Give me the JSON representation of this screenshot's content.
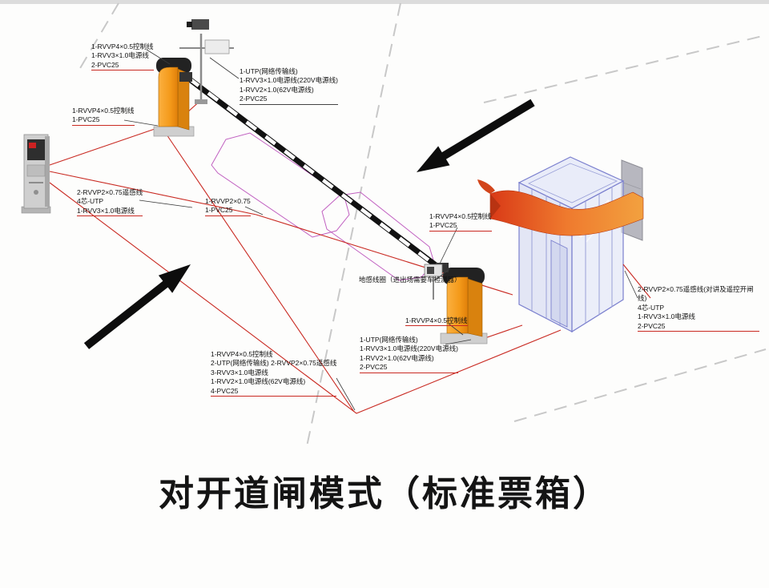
{
  "title": "对开道闸模式（标准票箱）",
  "colors": {
    "barrier_orange": "#f49a1a",
    "cable_red": "#c92a22",
    "island_purple": "#c05fc0",
    "booth_blue": "#7a7fce",
    "ribbon_red": "#e8431e",
    "arrow_black": "#0d0d0d"
  },
  "cable_labels": [
    {
      "id": "barrier1-top-cables",
      "lines": [
        "1-RVVP4×0.5控制线",
        "1-RVV3×1.0电源线",
        "2-PVC25"
      ]
    },
    {
      "id": "card-reader-cables",
      "lines": [
        "1-RVVP4×0.5控制线",
        "1-PVC25"
      ]
    },
    {
      "id": "camera-cables",
      "lines": [
        "1-UTP(网络传输线)",
        "1-RVV3×1.0电源线(220V电源线)",
        "1-RVV2×1.0(62V电源线)",
        "2-PVC25"
      ]
    },
    {
      "id": "left-middle-cables",
      "lines": [
        "2-RVVP2×0.75遥感线",
        "4芯-UTP",
        "1-RVV3×1.0电源线"
      ]
    },
    {
      "id": "center-cables",
      "lines": [
        "1-RVVP2×0.75",
        "1-PVC25"
      ]
    },
    {
      "id": "barrier2-top-cables",
      "lines": [
        "1-RVVP4×0.5控制线",
        "1-PVC25"
      ]
    },
    {
      "id": "ground-loop-note",
      "lines": [
        "地感线圈（进出场需要车检测器）"
      ]
    },
    {
      "id": "barrier2-control-cable",
      "lines": [
        "1-RVVP4×0.5控制线"
      ]
    },
    {
      "id": "barrier2-bottom-cables",
      "lines": [
        "1-UTP(网络传输线)",
        "1-RVV3×1.0电源线(220V电源线)",
        "1-RVV2×1.0(62V电源线)",
        "2-PVC25"
      ]
    },
    {
      "id": "bottom-trunk-cables",
      "lines": [
        "1-RVVP4×0.5控制线",
        "2-UTP(网络传输线) 2-RVVP2×0.75遥感线",
        "3-RVV3×1.0电源线",
        "1-RVV2×1.0电源线(62V电源线)",
        "4-PVC25"
      ]
    },
    {
      "id": "booth-right-cables",
      "lines": [
        "2-RVVP2×0.75遥感线(对讲及遥控开闸线)",
        "4芯-UTP",
        "1-RVV3×1.0电源线",
        "2-PVC25"
      ]
    }
  ]
}
